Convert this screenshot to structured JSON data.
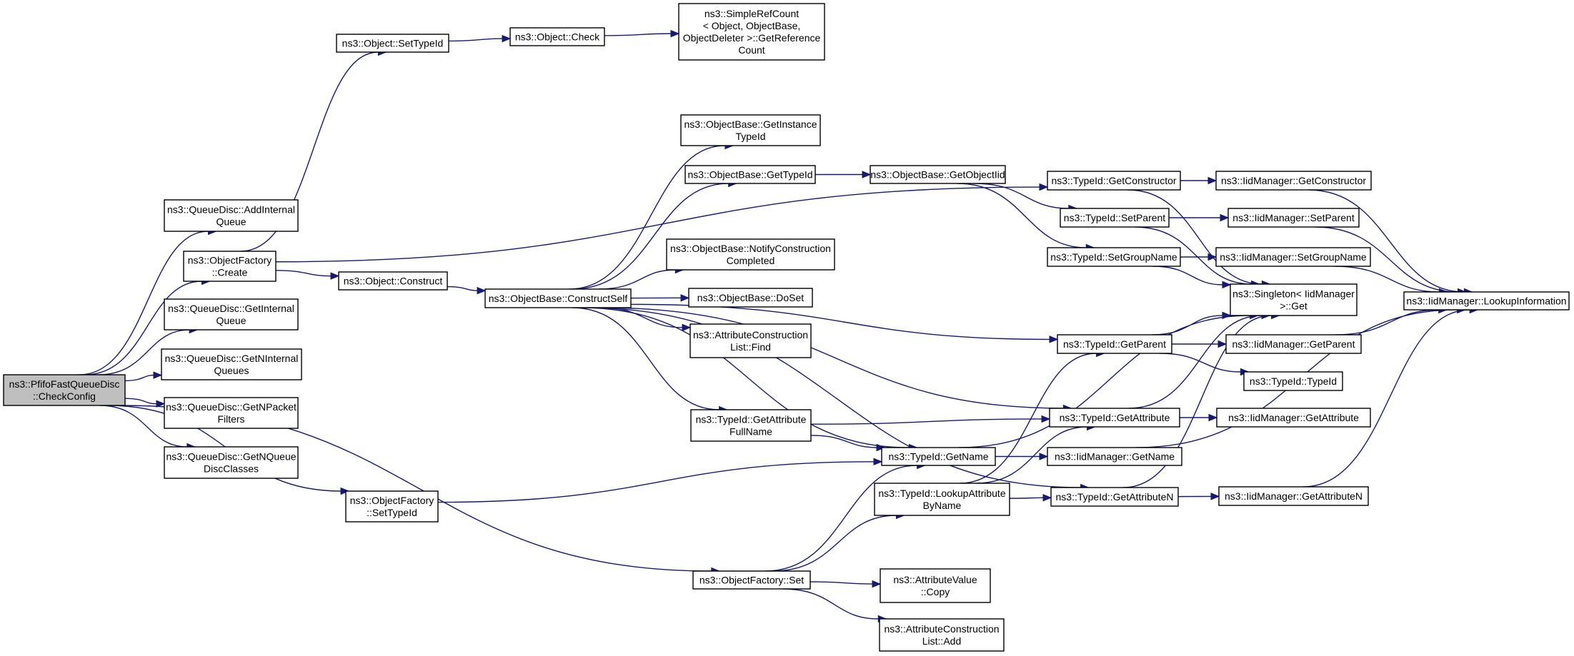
{
  "graph": {
    "nodes": [
      {
        "id": "check",
        "lines": [
          "ns3::PfifoFastQueueDisc",
          "::CheckConfig"
        ],
        "root": true
      },
      {
        "id": "addq",
        "lines": [
          "ns3::QueueDisc::AddInternal",
          "Queue"
        ]
      },
      {
        "id": "ofcreate",
        "lines": [
          "ns3::ObjectFactory",
          "::Create"
        ]
      },
      {
        "id": "getiq",
        "lines": [
          "ns3::QueueDisc::GetInternal",
          "Queue"
        ]
      },
      {
        "id": "getniq",
        "lines": [
          "ns3::QueueDisc::GetNInternal",
          "Queues"
        ]
      },
      {
        "id": "getnpf",
        "lines": [
          "ns3::QueueDisc::GetNPacket",
          "Filters"
        ]
      },
      {
        "id": "getnqdc",
        "lines": [
          "ns3::QueueDisc::GetNQueue",
          "DiscClasses"
        ]
      },
      {
        "id": "ofsettid",
        "lines": [
          "ns3::ObjectFactory",
          "::SetTypeId"
        ]
      },
      {
        "id": "ofset",
        "lines": [
          "ns3::ObjectFactory::Set"
        ]
      },
      {
        "id": "objsettid",
        "lines": [
          "ns3::Object::SetTypeId"
        ]
      },
      {
        "id": "objcheck",
        "lines": [
          "ns3::Object::Check"
        ]
      },
      {
        "id": "srcount",
        "lines": [
          "ns3::SimpleRefCount",
          "< Object, ObjectBase,",
          "ObjectDeleter >::GetReference",
          "Count"
        ]
      },
      {
        "id": "objconstruct",
        "lines": [
          "ns3::Object::Construct"
        ]
      },
      {
        "id": "obconstructself",
        "lines": [
          "ns3::ObjectBase::ConstructSelf"
        ]
      },
      {
        "id": "obgetinst",
        "lines": [
          "ns3::ObjectBase::GetInstance",
          "TypeId"
        ]
      },
      {
        "id": "obgettid",
        "lines": [
          "ns3::ObjectBase::GetTypeId"
        ]
      },
      {
        "id": "obnotify",
        "lines": [
          "ns3::ObjectBase::NotifyConstruction",
          "Completed"
        ]
      },
      {
        "id": "obdoset",
        "lines": [
          "ns3::ObjectBase::DoSet"
        ]
      },
      {
        "id": "aclfind",
        "lines": [
          "ns3::AttributeConstruction",
          "List::Find"
        ]
      },
      {
        "id": "tidgafn",
        "lines": [
          "ns3::TypeId::GetAttribute",
          "FullName"
        ]
      },
      {
        "id": "tidgetname",
        "lines": [
          "ns3::TypeId::GetName"
        ]
      },
      {
        "id": "tidlookup",
        "lines": [
          "ns3::TypeId::LookupAttribute",
          "ByName"
        ]
      },
      {
        "id": "obgetoiid",
        "lines": [
          "ns3::ObjectBase::GetObjectIid"
        ]
      },
      {
        "id": "avcopy",
        "lines": [
          "ns3::AttributeValue",
          "::Copy"
        ]
      },
      {
        "id": "acladd",
        "lines": [
          "ns3::AttributeConstruction",
          "List::Add"
        ]
      },
      {
        "id": "tidgetctor",
        "lines": [
          "ns3::TypeId::GetConstructor"
        ]
      },
      {
        "id": "tidsetparent",
        "lines": [
          "ns3::TypeId::SetParent"
        ]
      },
      {
        "id": "tidsetgroup",
        "lines": [
          "ns3::TypeId::SetGroupName"
        ]
      },
      {
        "id": "tidgetparent",
        "lines": [
          "ns3::TypeId::GetParent"
        ]
      },
      {
        "id": "tidtypeid",
        "lines": [
          "ns3::TypeId::TypeId"
        ]
      },
      {
        "id": "tidgetattr",
        "lines": [
          "ns3::TypeId::GetAttribute"
        ]
      },
      {
        "id": "tidgetattrn",
        "lines": [
          "ns3::TypeId::GetAttributeN"
        ]
      },
      {
        "id": "iidgetname",
        "lines": [
          "ns3::IidManager::GetName"
        ]
      },
      {
        "id": "singleton",
        "lines": [
          "ns3::Singleton< IidManager",
          ">::Get"
        ]
      },
      {
        "id": "iidgetctor",
        "lines": [
          "ns3::IidManager::GetConstructor"
        ]
      },
      {
        "id": "iidsetparent",
        "lines": [
          "ns3::IidManager::SetParent"
        ]
      },
      {
        "id": "iidsetgroup",
        "lines": [
          "ns3::IidManager::SetGroupName"
        ]
      },
      {
        "id": "iidgetparent",
        "lines": [
          "ns3::IidManager::GetParent"
        ]
      },
      {
        "id": "iidgetattr",
        "lines": [
          "ns3::IidManager::GetAttribute"
        ]
      },
      {
        "id": "iidgetattrn",
        "lines": [
          "ns3::IidManager::GetAttributeN"
        ]
      },
      {
        "id": "iidlookup",
        "lines": [
          "ns3::IidManager::LookupInformation"
        ]
      }
    ],
    "edges": [
      [
        "check",
        "addq"
      ],
      [
        "check",
        "ofcreate"
      ],
      [
        "check",
        "getiq"
      ],
      [
        "check",
        "getniq"
      ],
      [
        "check",
        "getnpf"
      ],
      [
        "check",
        "getnqdc"
      ],
      [
        "check",
        "ofsettid"
      ],
      [
        "check",
        "ofset"
      ],
      [
        "ofcreate",
        "objsettid"
      ],
      [
        "ofcreate",
        "tidgetctor"
      ],
      [
        "ofcreate",
        "objconstruct"
      ],
      [
        "objsettid",
        "objcheck"
      ],
      [
        "objcheck",
        "srcount"
      ],
      [
        "objconstruct",
        "obconstructself"
      ],
      [
        "obconstructself",
        "obgetinst"
      ],
      [
        "obconstructself",
        "obgettid"
      ],
      [
        "obconstructself",
        "obnotify"
      ],
      [
        "obconstructself",
        "obdoset"
      ],
      [
        "obconstructself",
        "aclfind"
      ],
      [
        "obconstructself",
        "tidgafn"
      ],
      [
        "obconstructself",
        "tidgetparent"
      ],
      [
        "obconstructself",
        "tidgetattr"
      ],
      [
        "obconstructself",
        "tidgetname"
      ],
      [
        "obconstructself",
        "tidgetattrn"
      ],
      [
        "obgettid",
        "obgetoiid"
      ],
      [
        "obgetoiid",
        "tidsetparent"
      ],
      [
        "obgetoiid",
        "tidsetgroup"
      ],
      [
        "tidgafn",
        "tidgetattr"
      ],
      [
        "tidgafn",
        "tidgetname"
      ],
      [
        "ofsettid",
        "tidgetname"
      ],
      [
        "ofset",
        "tidgetname"
      ],
      [
        "ofset",
        "tidlookup"
      ],
      [
        "ofset",
        "avcopy"
      ],
      [
        "ofset",
        "acladd"
      ],
      [
        "tidgetname",
        "singleton"
      ],
      [
        "tidgetname",
        "iidgetname"
      ],
      [
        "tidlookup",
        "tidgetparent"
      ],
      [
        "tidlookup",
        "tidgetattr"
      ],
      [
        "tidlookup",
        "tidgetattrn"
      ],
      [
        "tidgetctor",
        "iidgetctor"
      ],
      [
        "tidgetctor",
        "singleton"
      ],
      [
        "tidsetparent",
        "iidsetparent"
      ],
      [
        "tidsetparent",
        "singleton"
      ],
      [
        "tidsetgroup",
        "iidsetgroup"
      ],
      [
        "tidsetgroup",
        "singleton"
      ],
      [
        "tidgetparent",
        "singleton"
      ],
      [
        "tidgetparent",
        "iidgetparent"
      ],
      [
        "tidgetparent",
        "tidtypeid"
      ],
      [
        "tidgetattr",
        "singleton"
      ],
      [
        "tidgetattr",
        "iidgetattr"
      ],
      [
        "tidgetattrn",
        "singleton"
      ],
      [
        "tidgetattrn",
        "iidgetattrn"
      ],
      [
        "iidgetname",
        "iidlookup"
      ],
      [
        "iidgetctor",
        "iidlookup"
      ],
      [
        "iidsetparent",
        "iidlookup"
      ],
      [
        "iidsetgroup",
        "iidlookup"
      ],
      [
        "iidgetparent",
        "iidlookup"
      ],
      [
        "iidgetattrn",
        "iidlookup"
      ]
    ]
  }
}
